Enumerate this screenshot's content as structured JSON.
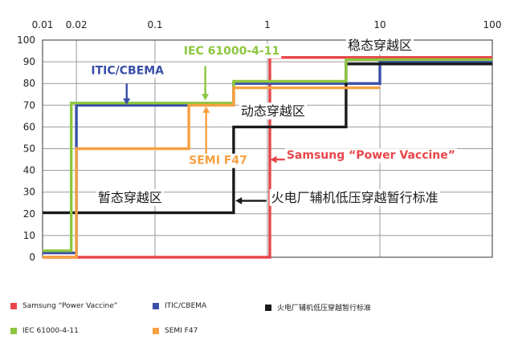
{
  "chart_data": {
    "type": "line",
    "x_scale": "log",
    "xlim": [
      0.01,
      100
    ],
    "ylim": [
      0,
      100
    ],
    "x_ticks": [
      "0.01",
      "0.02",
      "0.1",
      "1",
      "10",
      "100"
    ],
    "x_tick_values": [
      0.01,
      0.02,
      0.1,
      1,
      10,
      100
    ],
    "y_ticks": [
      0,
      10,
      20,
      30,
      40,
      50,
      60,
      70,
      80,
      90,
      100
    ],
    "grid": true,
    "legend_position": "bottom",
    "series": [
      {
        "name": "Samsung “Power Vaccine”",
        "color": "#e8464a",
        "points": [
          [
            0.01,
            0
          ],
          [
            1.05,
            0
          ],
          [
            1.05,
            92
          ],
          [
            100,
            92
          ]
        ]
      },
      {
        "name": "ITIC/CBEMA",
        "color": "#3a4fa8",
        "points": [
          [
            0.01,
            2
          ],
          [
            0.02,
            2
          ],
          [
            0.02,
            70
          ],
          [
            0.5,
            70
          ],
          [
            0.5,
            80
          ],
          [
            10,
            80
          ],
          [
            10,
            90
          ],
          [
            100,
            90
          ]
        ]
      },
      {
        "name": "火电厂辅机低压穿越暂行标准",
        "color": "#1a1a1a",
        "points": [
          [
            0.01,
            20.5
          ],
          [
            0.5,
            20.5
          ],
          [
            0.5,
            60
          ],
          [
            5,
            60
          ],
          [
            5,
            89
          ],
          [
            100,
            89
          ]
        ]
      },
      {
        "name": "IEC 61000-4-11",
        "color": "#8cc63f",
        "points": [
          [
            0.01,
            3
          ],
          [
            0.018,
            3
          ],
          [
            0.018,
            71
          ],
          [
            0.5,
            71
          ],
          [
            0.5,
            81
          ],
          [
            5,
            81
          ],
          [
            5,
            91
          ],
          [
            100,
            91
          ]
        ]
      },
      {
        "name": "SEMI F47",
        "color": "#f7a043",
        "points": [
          [
            0.01,
            0
          ],
          [
            0.02,
            0
          ],
          [
            0.02,
            50
          ],
          [
            0.2,
            50
          ],
          [
            0.2,
            70
          ],
          [
            0.5,
            70
          ],
          [
            0.5,
            78
          ],
          [
            10,
            78
          ]
        ]
      }
    ],
    "annotations": [
      {
        "text": "稳态穿越区",
        "color": "#1a1a1a",
        "x": 10,
        "y": 95.5,
        "anchor": "middle"
      },
      {
        "text": "动态穿越区",
        "color": "#1a1a1a",
        "x": 1.12,
        "y": 65.3,
        "anchor": "middle"
      },
      {
        "text": "暂态穿越区",
        "color": "#1a1a1a",
        "x": 0.06,
        "y": 25.5,
        "anchor": "middle"
      },
      {
        "text": "ITIC/CBEMA",
        "color": "#3a4fa8",
        "x": 0.027,
        "y": 84.4,
        "anchor": "start",
        "bold": true
      },
      {
        "text": "IEC 61000-4-11",
        "color": "#8cc63f",
        "x": 0.18,
        "y": 93.4,
        "anchor": "start",
        "bold": true
      },
      {
        "text": "SEMI F47",
        "color": "#f7a043",
        "x": 0.2,
        "y": 42.9,
        "anchor": "start",
        "bold": true
      },
      {
        "text": "Samsung “Power Vaccine”",
        "color": "#e8464a",
        "x": 1.48,
        "y": 45.3,
        "anchor": "start",
        "bold": true
      },
      {
        "text": "火电厂辅机低压穿越暂行标准",
        "color": "#1a1a1a",
        "x": 1.08,
        "y": 25.5,
        "anchor": "start"
      }
    ],
    "arrows": [
      {
        "color": "#3a4fa8",
        "from": [
          0.056,
          80
        ],
        "to": [
          0.056,
          71
        ],
        "head": [
          0.056,
          70.2
        ]
      },
      {
        "color": "#8cc63f",
        "from": [
          0.28,
          88
        ],
        "to": [
          0.28,
          73
        ],
        "head": [
          0.28,
          72.2
        ]
      },
      {
        "color": "#f7a043",
        "from": [
          0.285,
          46
        ],
        "to": [
          0.285,
          68
        ],
        "head": [
          0.285,
          69.5
        ]
      },
      {
        "color": "#e8464a",
        "from": [
          1.43,
          45
        ],
        "to": [
          1.1,
          45
        ],
        "head": [
          1.06,
          45
        ]
      },
      {
        "color": "#1a1a1a",
        "from": [
          0.98,
          26
        ],
        "to": [
          0.56,
          26
        ],
        "head": [
          0.52,
          26
        ]
      }
    ]
  }
}
